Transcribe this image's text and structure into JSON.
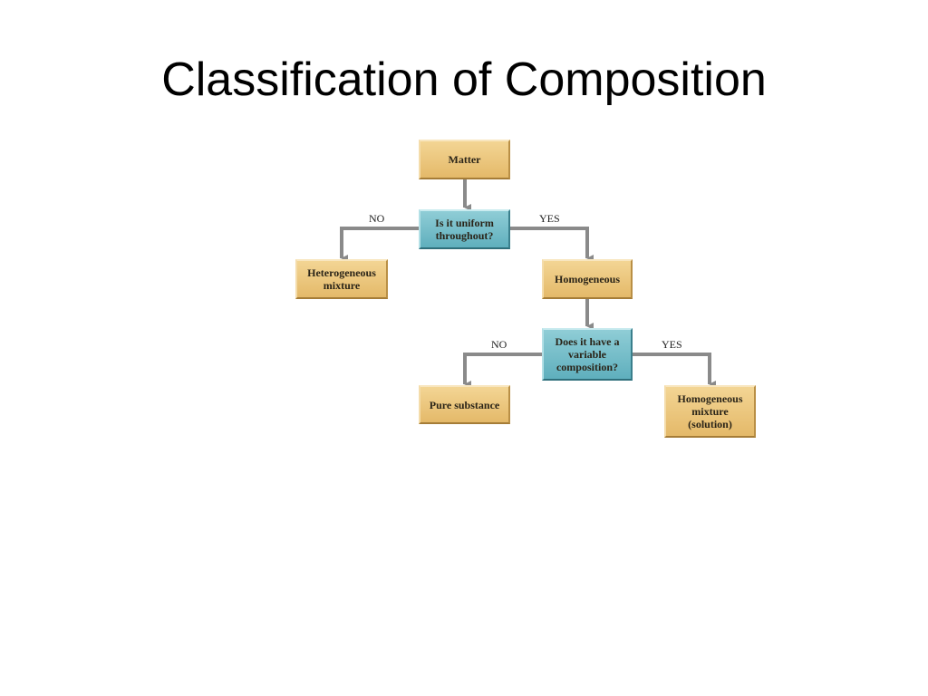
{
  "slide": {
    "title": "Classification of Composition"
  },
  "diagram": {
    "nodes": {
      "matter": "Matter",
      "q_uniform": "Is it uniform\nthroughout?",
      "heterogeneous": "Heterogeneous\nmixture",
      "homogeneous": "Homogeneous",
      "q_variable": "Does it have a\nvariable\ncomposition?",
      "pure_substance": "Pure substance",
      "homogeneous_mixture": "Homogeneous\nmixture\n(solution)"
    },
    "edges": {
      "uniform_no": "NO",
      "uniform_yes": "YES",
      "variable_no": "NO",
      "variable_yes": "YES"
    },
    "colors": {
      "result_box": "#e8c074",
      "question_box": "#6fbac6",
      "connector": "#8a8a8a"
    }
  }
}
